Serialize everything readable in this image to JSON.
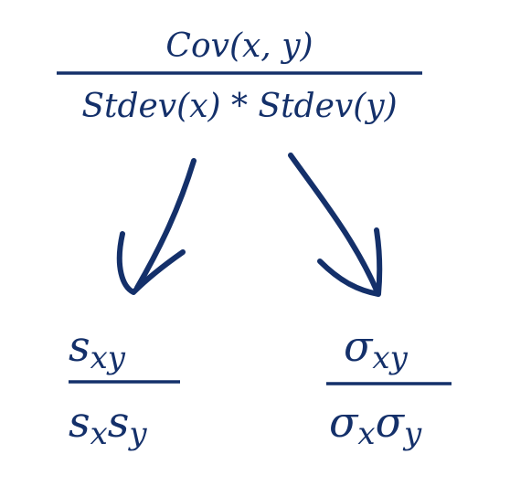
{
  "top_formula": {
    "numerator": "Cov(x, y)",
    "denominator": "Stdev(x) * Stdev(y)"
  },
  "left_formula": {
    "numerator": {
      "base": "s",
      "sub": "xy"
    },
    "denominator": [
      {
        "base": "s",
        "sub": "x"
      },
      {
        "base": "s",
        "sub": "y"
      }
    ]
  },
  "right_formula": {
    "numerator": {
      "base": "σ",
      "sub": "xy"
    },
    "denominator": [
      {
        "base": "σ",
        "sub": "x"
      },
      {
        "base": "σ",
        "sub": "y"
      }
    ]
  },
  "colors": {
    "ink": "#14306a",
    "background": "#ffffff"
  },
  "icons": {
    "left_arrow": "curved-arrow-down-left-icon",
    "right_arrow": "curved-arrow-down-right-icon"
  }
}
